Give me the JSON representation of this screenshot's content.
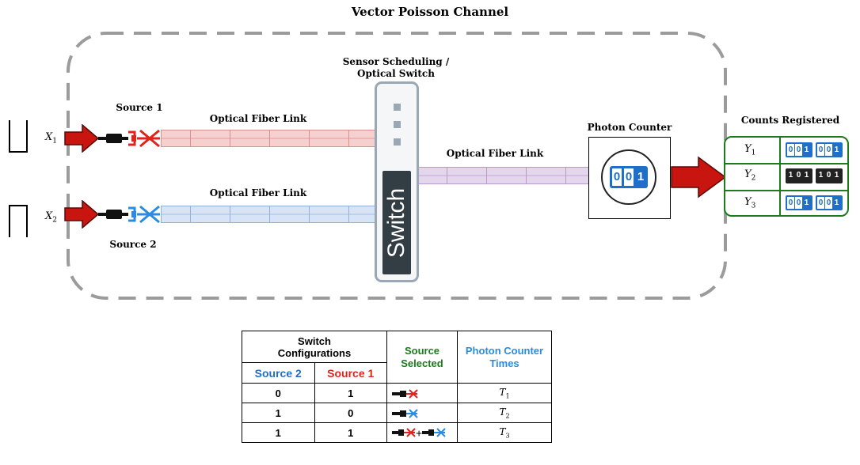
{
  "diagram": {
    "title": "Vector Poisson Channel",
    "sources": [
      {
        "input_symbol": "X",
        "input_index": "1",
        "label": "Source 1",
        "color": "#e0241b"
      },
      {
        "input_symbol": "X",
        "input_index": "2",
        "label": "Source 2",
        "color": "#2a8be0"
      }
    ],
    "fiber_label": "Optical Fiber Link",
    "switch_title_line1": "Sensor Scheduling /",
    "switch_title_line2": "Optical Switch",
    "switch_label": "Switch",
    "photon_counter_label": "Photon Counter",
    "photon_counter_digits": [
      "0",
      "0",
      "1"
    ],
    "counts_title": "Counts Registered",
    "counts": [
      {
        "symbol": "Y",
        "index": "1",
        "digits": "001 001",
        "style": "blue"
      },
      {
        "symbol": "Y",
        "index": "2",
        "digits": "101 101",
        "style": "black"
      },
      {
        "symbol": "Y",
        "index": "3",
        "digits": "001 001",
        "style": "blue"
      }
    ],
    "colors": {
      "input_arrow": "#c8150f",
      "counts_border": "#1d7a1d",
      "switch_body": "#333d44",
      "counter_blue": "#1f6fc8"
    }
  },
  "table": {
    "header_switch_line1": "Switch",
    "header_switch_line2": "Configurations",
    "header_source2": "Source 2",
    "header_source1": "Source 1",
    "header_selected_line1": "Source",
    "header_selected_line2": "Selected",
    "header_times_line1": "Photon Counter",
    "header_times_line2": "Times",
    "rows": [
      {
        "source2": "0",
        "source1": "1",
        "selected": "source-1-icon",
        "time_symbol": "T",
        "time_index": "1"
      },
      {
        "source2": "1",
        "source1": "0",
        "selected": "source-2-icon",
        "time_symbol": "T",
        "time_index": "2"
      },
      {
        "source2": "1",
        "source1": "1",
        "selected": "source-1-plus-source-2",
        "plus": "+",
        "time_symbol": "T",
        "time_index": "3"
      }
    ]
  }
}
